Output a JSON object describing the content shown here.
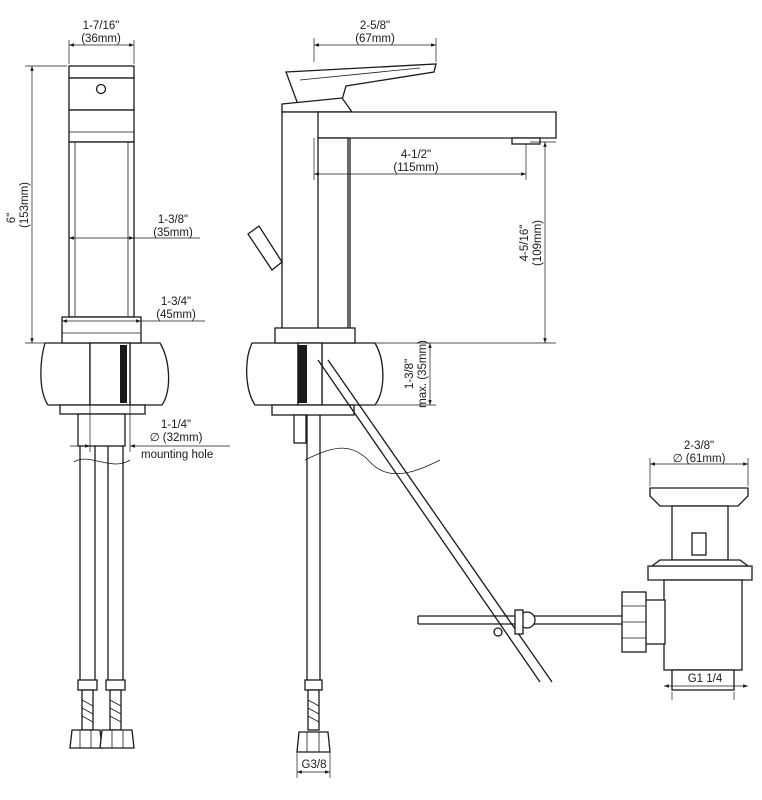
{
  "colors": {
    "ink": "#1a1a1a",
    "background": "#ffffff"
  },
  "dimensions": {
    "front_width": {
      "inch": "1-7/16\"",
      "mm": "(36mm)"
    },
    "front_height": {
      "inch": "6\"",
      "mm": "(153mm)"
    },
    "body_width": {
      "inch": "1-3/8\"",
      "mm": "(35mm)"
    },
    "base_width": {
      "inch": "1-3/4\"",
      "mm": "(45mm)"
    },
    "mounting_hole": {
      "inch": "1-1/4\"",
      "mm": "∅ (32mm)",
      "note": "mounting hole"
    },
    "handle_length": {
      "inch": "2-5/8\"",
      "mm": "(67mm)"
    },
    "spout_reach": {
      "inch": "4-1/2\"",
      "mm": "(115mm)"
    },
    "spout_height": {
      "inch": "4-5/16\"",
      "mm": "(109mm)"
    },
    "deck_thickness": {
      "inch": "1-3/8\"",
      "mm": "max. (35mm)"
    },
    "drain_diameter": {
      "inch": "2-3/8\"",
      "mm": "∅ (61mm)"
    },
    "drain_thread": "G1 1/4",
    "hose_thread": "G3/8"
  }
}
